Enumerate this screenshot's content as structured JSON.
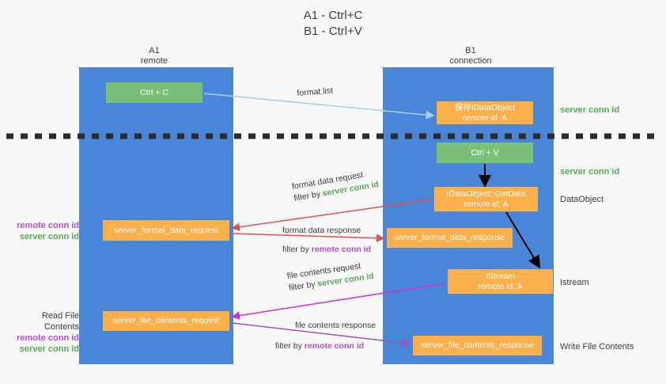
{
  "title": {
    "line1": "A1 - Ctrl+C",
    "line2": "B1 - Ctrl+V"
  },
  "columns": [
    {
      "name": "A1",
      "sub": "remote"
    },
    {
      "name": "B1",
      "sub": "connection"
    }
  ],
  "boxes": {
    "ctrl_c": {
      "label": "Ctrl + C",
      "color": "#7ac07a"
    },
    "save_dataobject": {
      "line1": "保存IDataObject",
      "line2": "remote id: A",
      "color": "#fbb04c"
    },
    "ctrl_v": {
      "label": "Ctrl + V",
      "color": "#7ac07a"
    },
    "getdata": {
      "line1": "IDataObject::GetData",
      "line2": "remote id: A",
      "color": "#fbb04c"
    },
    "format_data_request": {
      "label": "server_format_data_request",
      "color": "#fbb04c"
    },
    "format_data_response": {
      "label": "server_format_data_response",
      "color": "#fbb04c"
    },
    "istream": {
      "line1": "IStream",
      "line2": "remote id: A",
      "color": "#fbb04c"
    },
    "file_contents_request": {
      "label": "server_file_contents_request",
      "color": "#fbb04c"
    },
    "file_contents_response": {
      "label": "server_file_contents_response",
      "color": "#fbb04c"
    }
  },
  "edge_labels": {
    "format_list": "format list",
    "format_data_request": "format data request",
    "format_data_response": "format data response",
    "file_contents_request": "file contents request",
    "file_contents_response": "file contents response",
    "filter_by": "filter by ",
    "server_conn_id": "server conn id",
    "remote_conn_id": "remote conn id"
  },
  "side_labels": {
    "server_conn_id_top": "server conn id",
    "server_conn_id_mid": "server conn id",
    "dataobject": "DataObject",
    "istream": "Istream",
    "write_file_contents": "Write File Contents",
    "read_file_contents": "Read File Contents",
    "remote_conn_id": "remote conn id",
    "server_conn_id": "server conn id"
  },
  "colors": {
    "lane": "#4a86d8",
    "green_box": "#7ac07a",
    "orange_box": "#fbb04c",
    "green_text": "#5aa95a",
    "purple_text": "#b34fd0",
    "arrow_blue": "#a8cdef",
    "arrow_red": "#e2514a",
    "arrow_magenta": "#cc33cc",
    "arrow_purple": "#a64fc0",
    "arrow_black": "#000000",
    "background": "#f8f8f8"
  }
}
